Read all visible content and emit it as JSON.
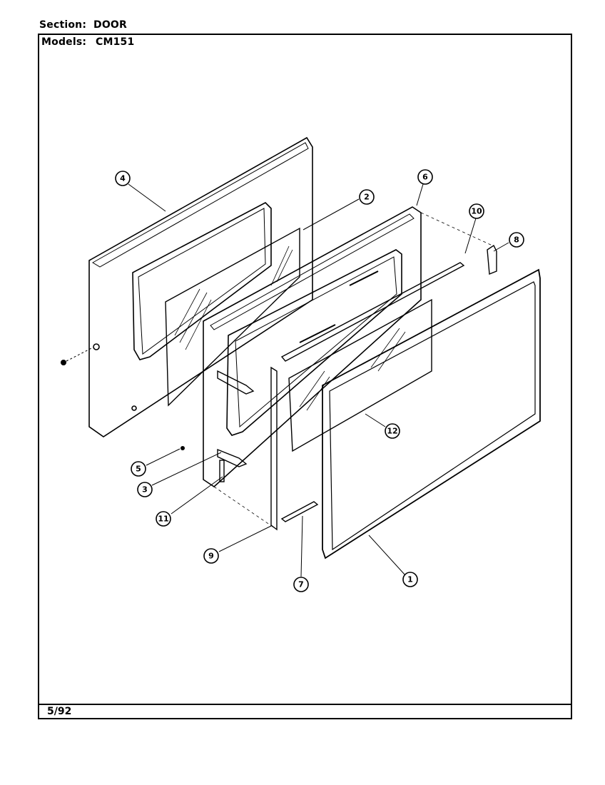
{
  "header": {
    "section_label": "Section:",
    "section_value": "DOOR",
    "models_label": "Models:",
    "models_value": "CM151"
  },
  "footer": {
    "date": "5/92"
  },
  "callouts": [
    {
      "id": "c4",
      "label": "4"
    },
    {
      "id": "c2",
      "label": "2"
    },
    {
      "id": "c6",
      "label": "6"
    },
    {
      "id": "c10",
      "label": "10"
    },
    {
      "id": "c8",
      "label": "8"
    },
    {
      "id": "c12",
      "label": "12"
    },
    {
      "id": "c5",
      "label": "5"
    },
    {
      "id": "c3",
      "label": "3"
    },
    {
      "id": "c11",
      "label": "11"
    },
    {
      "id": "c9",
      "label": "9"
    },
    {
      "id": "c7",
      "label": "7"
    },
    {
      "id": "c1",
      "label": "1"
    }
  ]
}
